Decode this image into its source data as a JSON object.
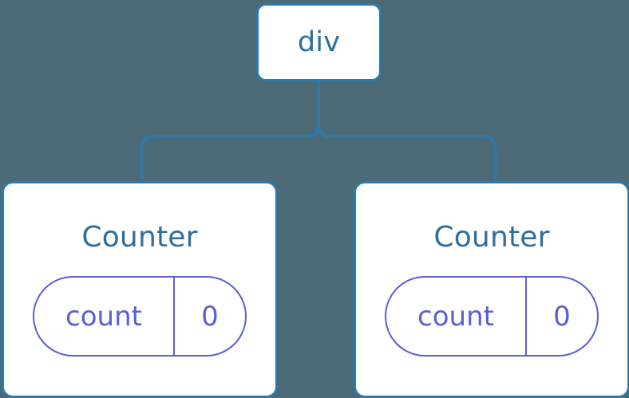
{
  "diagram": {
    "type": "component-tree",
    "background_color": "#4c6a75",
    "node_border_color": "#2b7aad",
    "node_fill_color": "#ffffff",
    "node_title_color": "#2e6f9e",
    "connector_color": "#2b7aad",
    "state_pill_color": "#5b5fd4",
    "root": {
      "label": "div"
    },
    "children": [
      {
        "label": "Counter",
        "state": {
          "key": "count",
          "value": "0"
        }
      },
      {
        "label": "Counter",
        "state": {
          "key": "count",
          "value": "0"
        }
      }
    ]
  }
}
